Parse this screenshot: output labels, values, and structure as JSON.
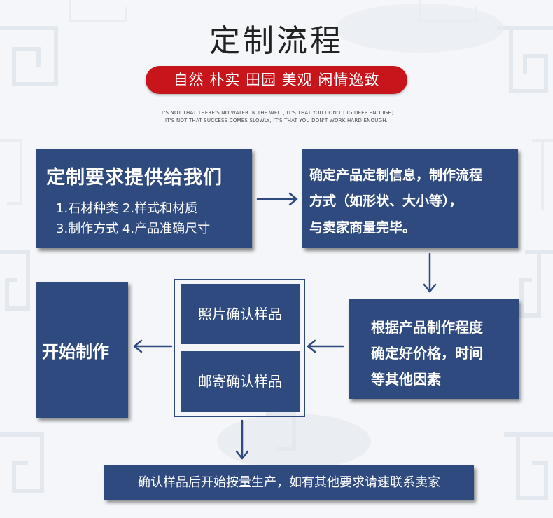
{
  "header": {
    "title": "定制流程",
    "slogan": "自然 朴实 田园 美观 闲情逸致",
    "tagline_1": "IT'S NOT THAT THERE'S NO WATER IN THE WELL, IT'S THAT YOU DON'T DIG DEEP ENOUGH;",
    "tagline_2": "IT'S NOT THAT SUCCESS COMES SLOWLY, IT'S THAT YOU DON'T WORK HARD ENOUGH."
  },
  "steps": {
    "requirements": {
      "title": "定制要求提供给我们",
      "line_1": "1.石材种类  2.样式和材质",
      "line_2": "3.制作方式  4.产品准确尺寸"
    },
    "confirm_info": {
      "line_1": "确定产品定制信息，制作流程",
      "line_2": "方式（如形状、大小等），",
      "line_3": "与卖家商量完毕。"
    },
    "pricing": {
      "line_1": "根据产品制作程度",
      "line_2": "确定好价格，时间",
      "line_3": "等其他因素"
    },
    "photo_sample": "照片确认样品",
    "mail_sample": "邮寄确认样品",
    "start": "开始制作",
    "final": "确认样品后开始按量生产，如有其他要求请速联系卖家"
  },
  "colors": {
    "box_blue": "#2e4a7e",
    "accent_red": "#c8151c",
    "arrow_blue": "#2e4a7e"
  }
}
